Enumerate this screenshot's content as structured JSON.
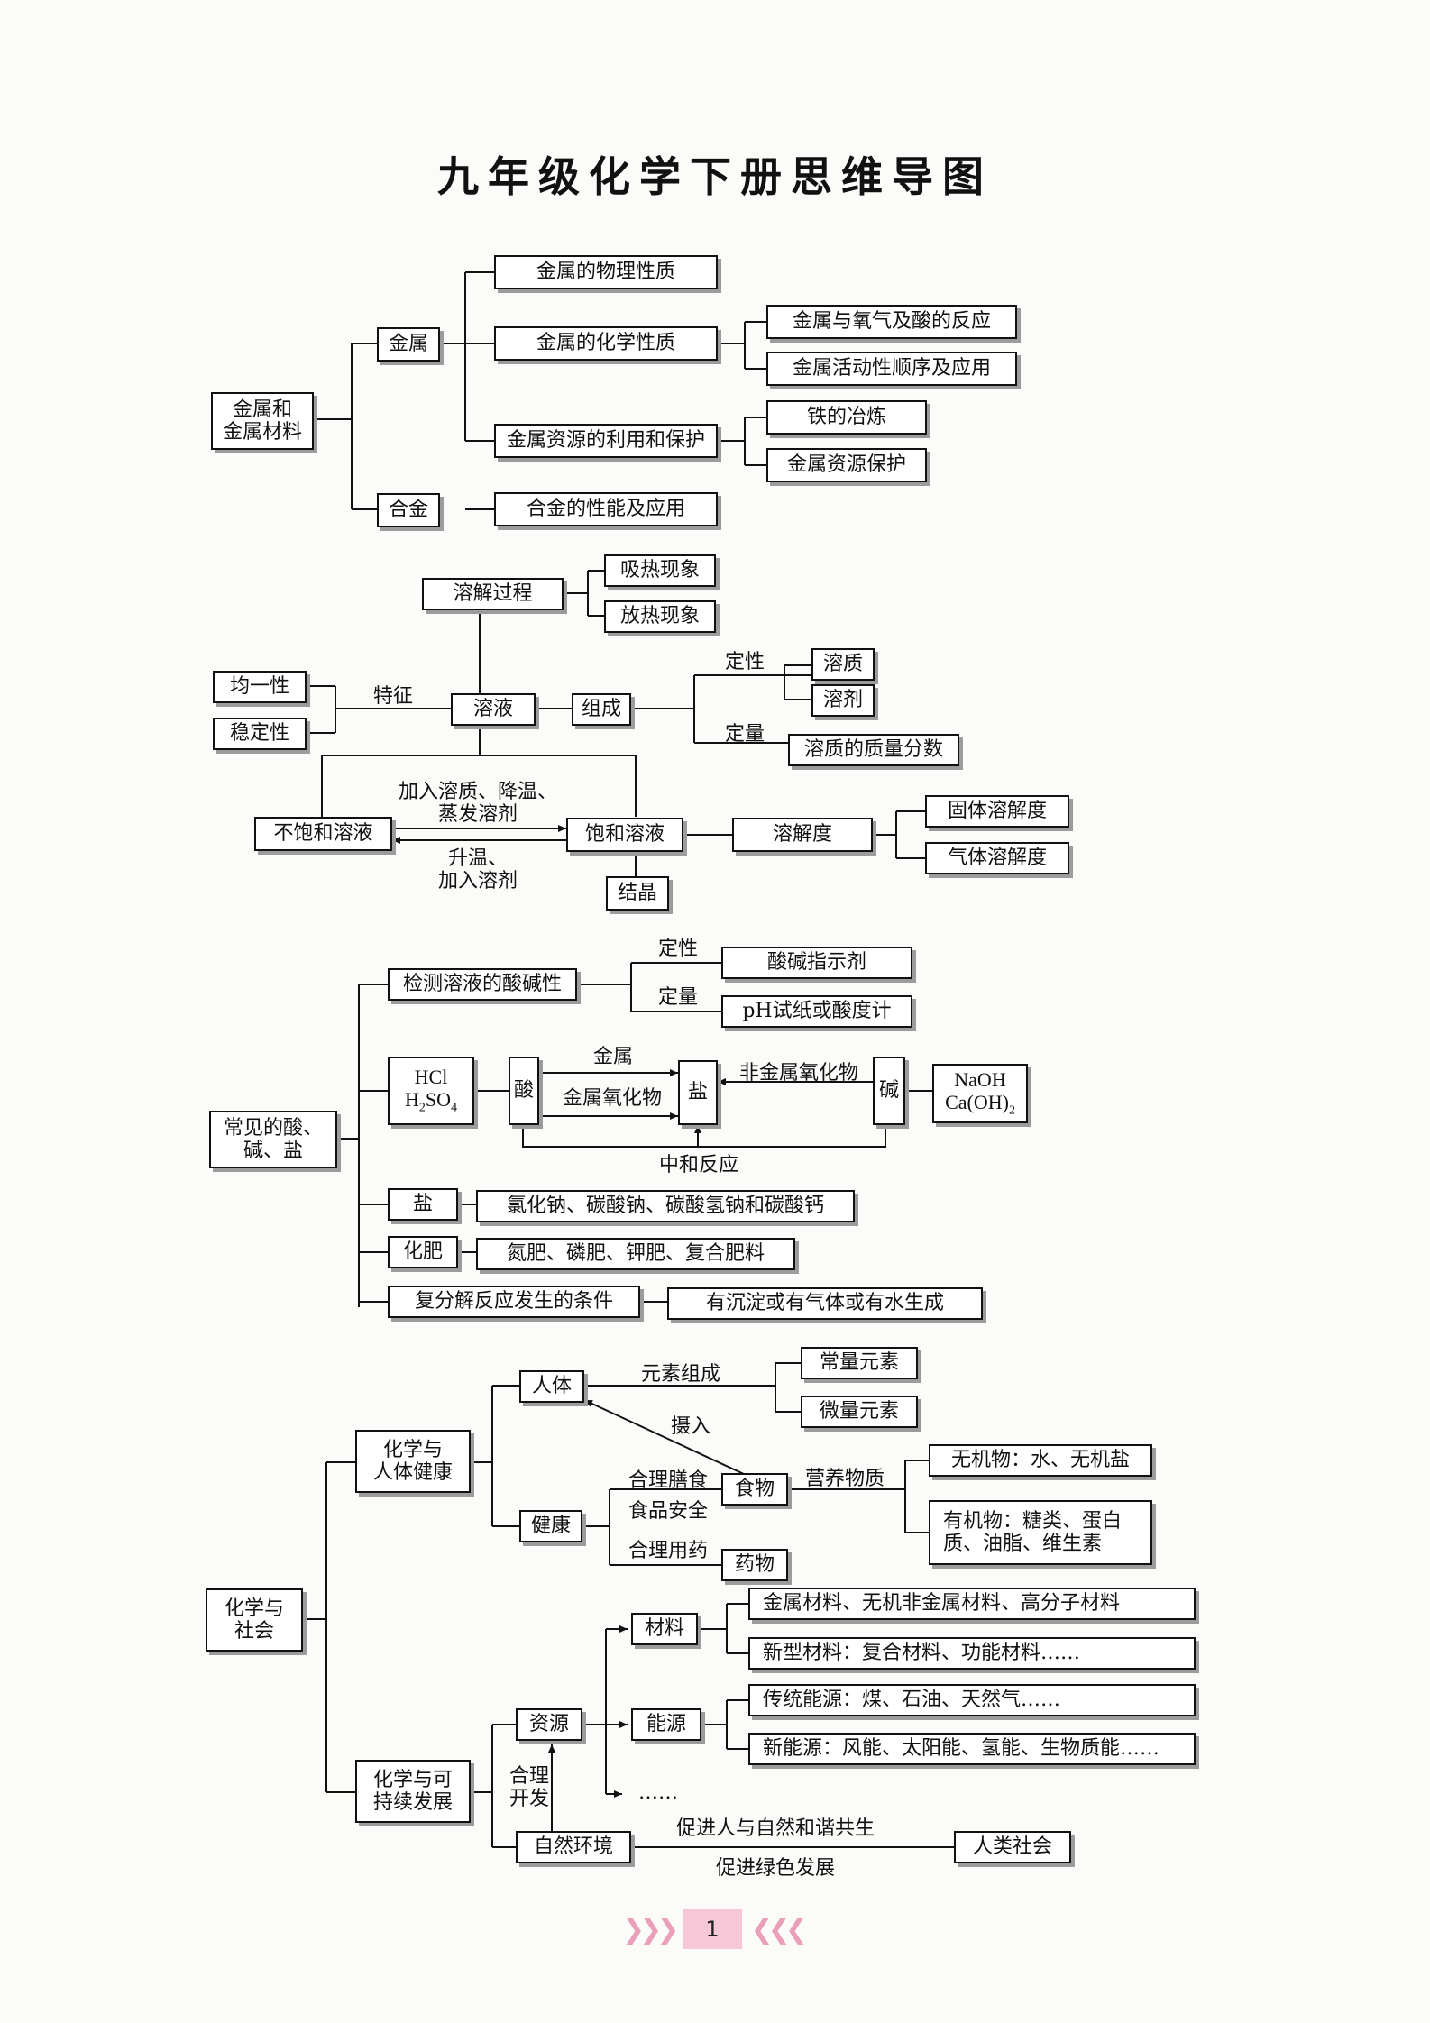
{
  "title": "九年级化学下册思维导图",
  "page_number": "1",
  "section1": {
    "root": "金属和\n金属材料",
    "metal": "金属",
    "alloy": "合金",
    "physical": "金属的物理性质",
    "chemical": "金属的化学性质",
    "resources": "金属资源的利用和保护",
    "alloy_use": "合金的性能及应用",
    "oxygen_acid": "金属与氧气及酸的反应",
    "activity": "金属活动性顺序及应用",
    "smelting": "铁的冶炼",
    "protection": "金属资源保护"
  },
  "section2": {
    "solution": "溶液",
    "dissolving": "溶解过程",
    "endothermic": "吸热现象",
    "exothermic": "放热现象",
    "uniformity": "均一性",
    "stability": "稳定性",
    "feature": "特征",
    "composition": "组成",
    "qualitative": "定性",
    "quantitative": "定量",
    "solute": "溶质",
    "solvent": "溶剂",
    "mass_fraction": "溶质的质量分数",
    "unsaturated": "不饱和溶液",
    "saturated": "饱和溶液",
    "to_saturated": "加入溶质、降温、\n蒸发溶剂",
    "to_unsaturated": "升温、\n加入溶剂",
    "crystallization": "结晶",
    "solubility": "溶解度",
    "solid_solubility": "固体溶解度",
    "gas_solubility": "气体溶解度"
  },
  "section3": {
    "root": "常见的酸、\n碱、盐",
    "detect": "检测溶液的酸碱性",
    "qualitative": "定性",
    "quantitative": "定量",
    "indicator": "酸碱指示剂",
    "ph": "pH试纸或酸度计",
    "acid_formula_1": "HCl",
    "acid_formula_2": "H",
    "acid_formula_2_sub": "2",
    "acid_formula_2_rest": "SO",
    "acid_formula_2_sub2": "4",
    "acid": "酸",
    "metal": "金属",
    "metal_oxide": "金属氧化物",
    "salt_center": "盐",
    "nonmetal_oxide": "非金属氧化物",
    "base": "碱",
    "base_formula_1": "NaOH",
    "base_formula_2": "Ca(OH)",
    "base_formula_2_sub": "2",
    "neutralization": "中和反应",
    "salt": "盐",
    "salt_list": "氯化钠、碳酸钠、碳酸氢钠和碳酸钙",
    "fertilizer": "化肥",
    "fertilizer_list": "氮肥、磷肥、钾肥、复合肥料",
    "double_decomp": "复分解反应发生的条件",
    "double_decomp_cond": "有沉淀或有气体或有水生成"
  },
  "section4": {
    "root": "化学与\n社会",
    "health": "化学与\n人体健康",
    "sustainable": "化学与可\n持续发展",
    "body": "人体",
    "wellness": "健康",
    "elements": "元素组成",
    "major_elements": "常量元素",
    "trace_elements": "微量元素",
    "intake": "摄入",
    "diet": "合理膳食",
    "food_safety": "食品安全",
    "medication": "合理用药",
    "food": "食物",
    "medicine": "药物",
    "nutrients": "营养物质",
    "inorganic": "无机物：水、无机盐",
    "organic": "有机物：糖类、蛋白\n质、油脂、维生素",
    "resources": "资源",
    "development": "合理\n开发",
    "environment": "自然环境",
    "materials": "材料",
    "energy": "能源",
    "ellipsis": "……",
    "materials_1": "金属材料、无机非金属材料、高分子材料",
    "materials_2": "新型材料：复合材料、功能材料……",
    "energy_1": "传统能源：煤、石油、天然气……",
    "energy_2": "新能源：风能、太阳能、氢能、生物质能……",
    "harmony": "促进人与自然和谐共生",
    "green": "促进绿色发展",
    "society": "人类社会"
  }
}
